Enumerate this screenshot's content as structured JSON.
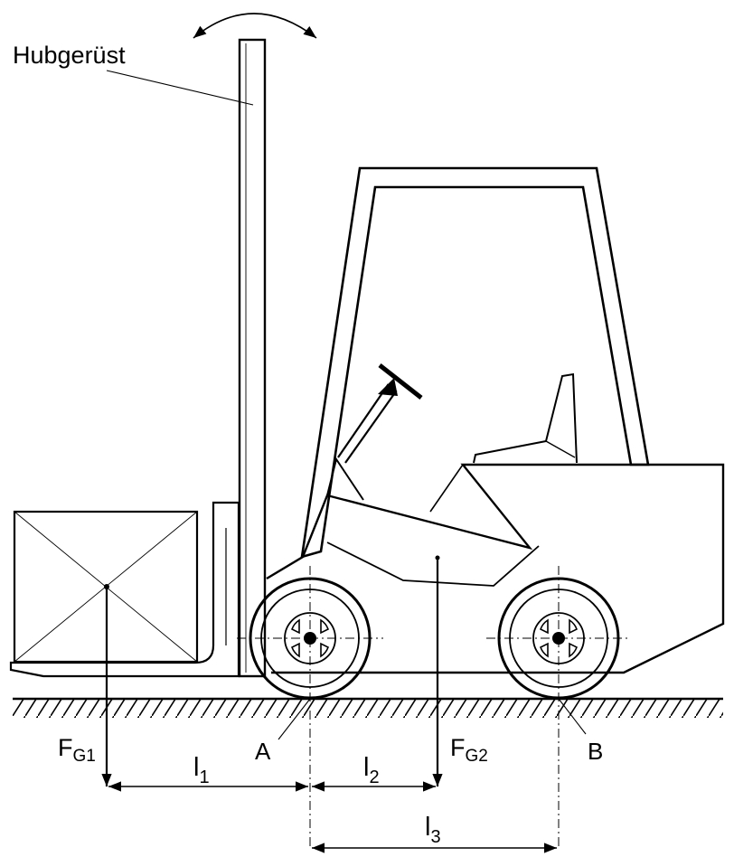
{
  "labels": {
    "mast": "Hubgerüst",
    "point_a": "A",
    "point_b": "B",
    "force_1_main": "F",
    "force_1_sub": "G1",
    "force_2_main": "F",
    "force_2_sub": "G2",
    "dim_1_main": "l",
    "dim_1_sub": "1",
    "dim_2_main": "l",
    "dim_2_sub": "2",
    "dim_3_main": "l",
    "dim_3_sub": "3"
  }
}
